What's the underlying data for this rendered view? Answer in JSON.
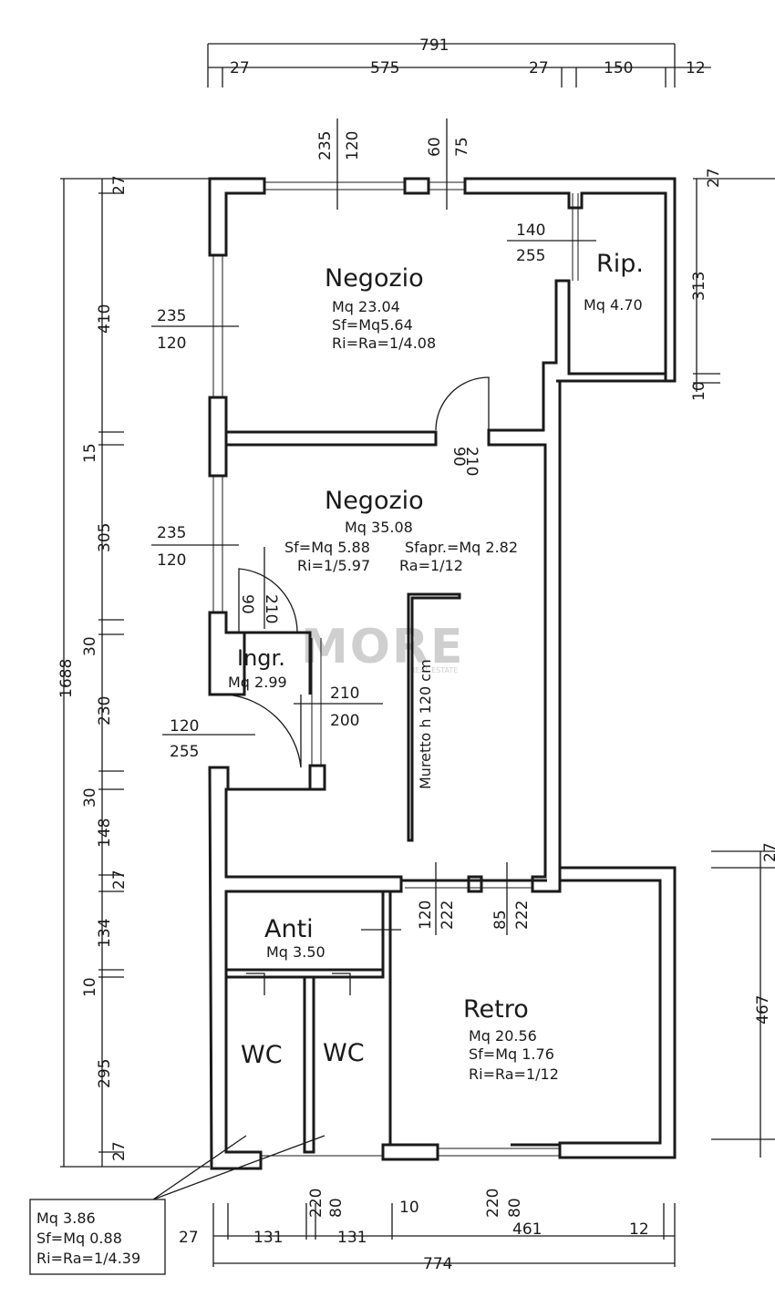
{
  "watermark": {
    "brand": "MORE",
    "tagline": "REAL ESTATE"
  },
  "rooms": {
    "negozio1": {
      "name": "Negozio",
      "area": "Mq 23.04",
      "sf": "Sf=Mq5.64",
      "ri": "Ri=Ra=1/4.08"
    },
    "rip": {
      "name": "Rip.",
      "area": "Mq 4.70"
    },
    "negozio2": {
      "name": "Negozio",
      "area": "Mq 35.08",
      "sf": "Sf=Mq 5.88",
      "sfapr": "Sfapr.=Mq 2.82",
      "ri": "Ri=1/5.97",
      "ra": "Ra=1/12"
    },
    "ingr": {
      "name": "Ingr.",
      "area": "Mq 2.99"
    },
    "anti": {
      "name": "Anti",
      "area": "Mq 3.50"
    },
    "wc1": {
      "name": "WC"
    },
    "wc2": {
      "name": "WC"
    },
    "retro": {
      "name": "Retro",
      "area": "Mq 20.56",
      "sf": "Sf=Mq 1.76",
      "ri": "Ri=Ra=1/12"
    },
    "murretto": "Muretto h 120 cm"
  },
  "wc_box": {
    "area": "Mq 3.86",
    "sf": "Sf=Mq 0.88",
    "ri": "Ri=Ra=1/4.39"
  },
  "dims": {
    "top_total": "791",
    "top_parts": [
      "27",
      "575",
      "27",
      "150",
      "12"
    ],
    "bottom_total": "774",
    "bottom_parts": [
      "27",
      "131",
      "131",
      "461",
      "12"
    ],
    "left_total": "1688",
    "left_parts": [
      "27",
      "410",
      "15",
      "305",
      "30",
      "230",
      "30",
      "148",
      "27",
      "134",
      "10",
      "295",
      "27"
    ],
    "right_top": [
      "27",
      "313",
      "10"
    ],
    "right_bottom": [
      "27",
      "467"
    ],
    "win_top_a": [
      "235",
      "120"
    ],
    "win_top_b": [
      "60",
      "75"
    ],
    "win_left_1": [
      "235",
      "120"
    ],
    "win_left_2": [
      "235",
      "120"
    ],
    "door_ingr_ext": [
      "120",
      "255"
    ],
    "rip_door": [
      "140",
      "255"
    ],
    "door_neg": [
      "90",
      "210"
    ],
    "door_ingr": [
      "90",
      "210"
    ],
    "ingr_win": [
      "210",
      "200"
    ],
    "mid_win_a": [
      "120",
      "222"
    ],
    "mid_win_b": [
      "85",
      "222"
    ],
    "bot_win_a": [
      "220",
      "80"
    ],
    "bot_win_b": [
      "10"
    ],
    "bot_win_c": [
      "220",
      "80"
    ]
  }
}
